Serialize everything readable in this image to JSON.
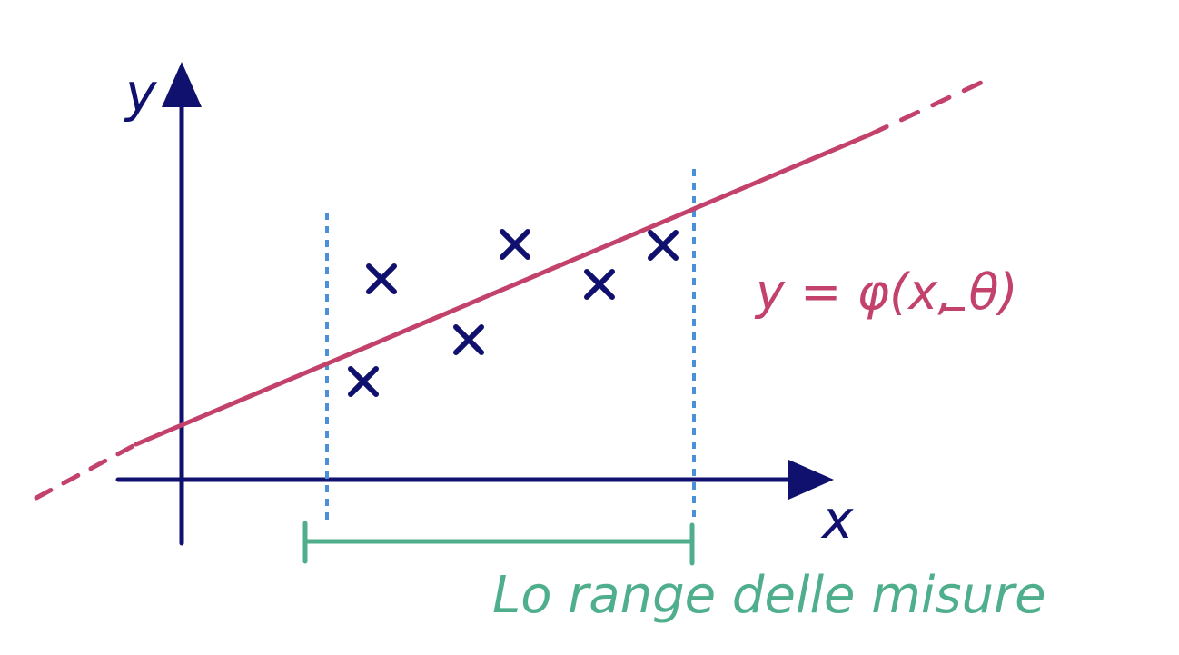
{
  "labels": {
    "y_axis": "y",
    "x_axis": "x",
    "model_equation": "y = φ(x, θ)",
    "range_label": "Lo range delle misure"
  },
  "colors": {
    "axes": "#10106e",
    "points": "#10106e",
    "model_line": "#c3426b",
    "range_bounds": "#4a90d9",
    "range_bracket": "#4fae8b",
    "background": "#ffffff"
  },
  "marks": {
    "point_symbol": "×",
    "point_count": 6
  }
}
